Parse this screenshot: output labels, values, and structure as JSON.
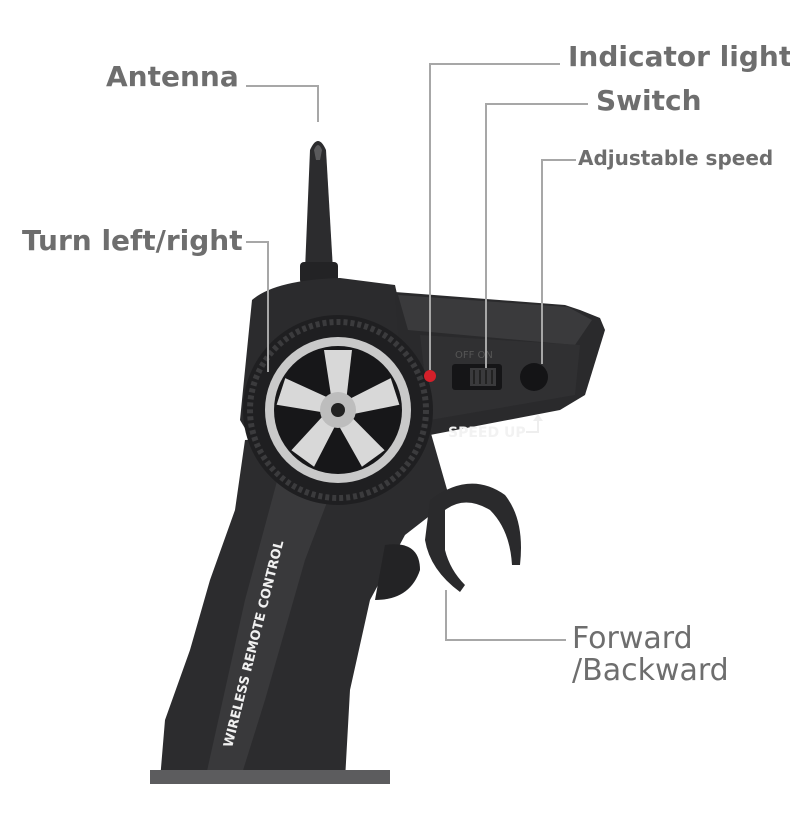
{
  "callouts": {
    "antenna": "Antenna",
    "turn": "Turn left/right",
    "indicator": "Indicator light",
    "switch": "Switch",
    "speed": "Adjustable speed",
    "forward_line1": "Forward",
    "forward_line2": "/Backward"
  },
  "device": {
    "switch_text": "OFF  ON",
    "speed_up_text": "SPEED UP",
    "grip_text": "WIRELESS REMOTE CONTROL"
  },
  "colors": {
    "body": "#2b2b2d",
    "callout_text": "#6e6e6e",
    "leader_line": "#a7a7a7",
    "indicator_led": "#d4202a",
    "wheel_rim": "#c9c9c9"
  }
}
